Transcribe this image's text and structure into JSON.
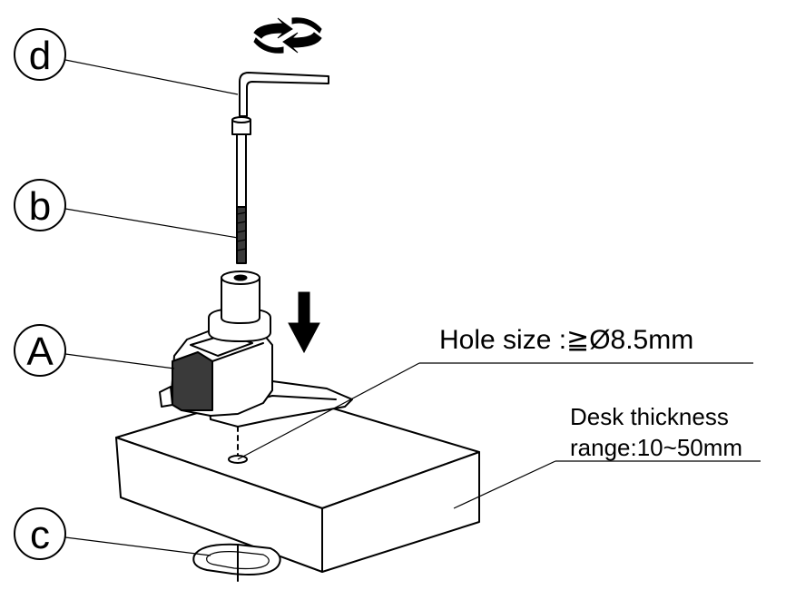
{
  "callouts": {
    "d": "d",
    "b": "b",
    "A": "A",
    "c": "c"
  },
  "annotations": {
    "hole_size": "Hole size  :≧Ø8.5mm",
    "desk_thickness_line1": "Desk thickness",
    "desk_thickness_line2": "range:10~50mm"
  },
  "icons": {
    "rotate": "rotate-arrows-icon",
    "down_arrow": "down-arrow-icon"
  },
  "colors": {
    "line": "#000000",
    "background": "#ffffff"
  }
}
